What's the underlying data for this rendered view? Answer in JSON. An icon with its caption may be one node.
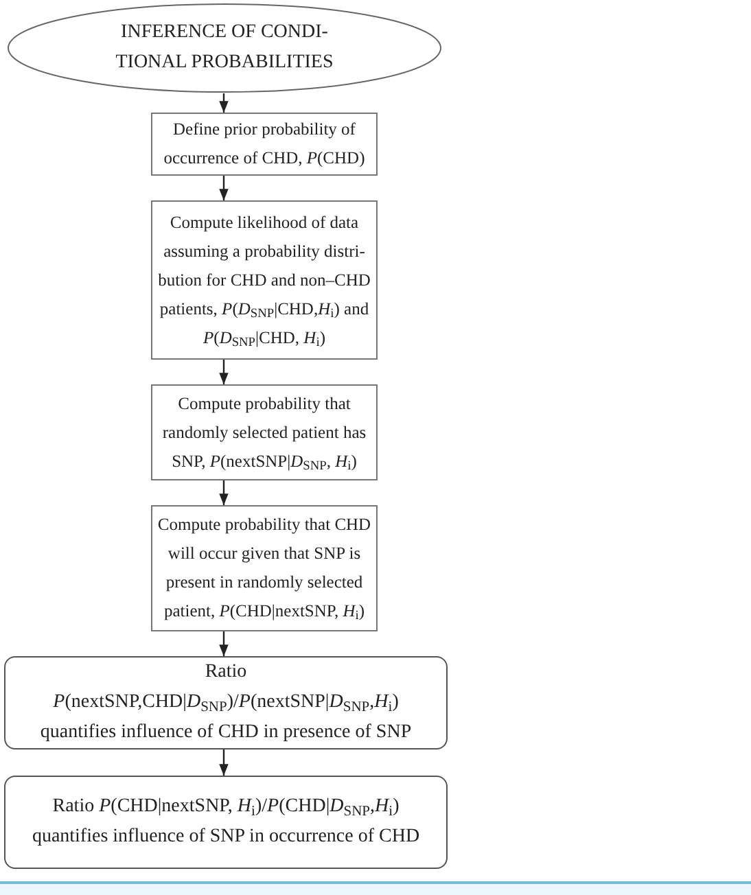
{
  "diagram": {
    "nodes": [
      {
        "text": [
          "INFERENCE OF CONDI- TIONAL PROBABILITIES"
        ]
      },
      {
        "text": [
          "Define prior probability of occurrence of CHD, *P*(CHD)"
        ]
      },
      {
        "text": [
          "Compute likelihood of data assuming a probability distri- bution for CHD and non–CHD patients, *P*(*D*$_{SNP}$|CHD,*H*$_{i}$) and *P*(*D*$_{SNP}$|CHD, *H*$_{i}$)"
        ]
      },
      {
        "text": [
          "Compute probability that randomly selected patient has SNP, *P*(nextSNP|*D*$_{SNP}$, *H*$_{i}$)"
        ]
      },
      {
        "text": [
          "Compute probability that CHD will occur given that SNP is present in randomly selected patient, *P*(CHD|nextSNP, *H*$_{i}$)"
        ]
      },
      {
        "text": [
          "Ratio",
          "*P*(nextSNP,CHD|*D*$_{SNP}$)/*P*(nextSNP|*D*$_{SNP}$,*H*$_{i}$)",
          "quantifies influence of CHD in presence of SNP"
        ]
      },
      {
        "text": [
          "Ratio *P*(CHD|nextSNP, *H*$_{i}$)/*P*(CHD|*D*$_{SNP}$,*H*$_{i}$) quantifies influence of SNP in occurrence of CHD"
        ]
      }
    ],
    "edges": [
      {
        "from": 0,
        "to": 1,
        "arrow": "to"
      },
      {
        "from": 1,
        "to": 2,
        "arrow": "to"
      },
      {
        "from": 2,
        "to": 3,
        "arrow": "to"
      },
      {
        "from": 3,
        "to": 4,
        "arrow": "to"
      },
      {
        "from": 4,
        "to": 5,
        "arrow": "to"
      },
      {
        "from": 5,
        "to": 6,
        "arrow": "to"
      }
    ]
  }
}
